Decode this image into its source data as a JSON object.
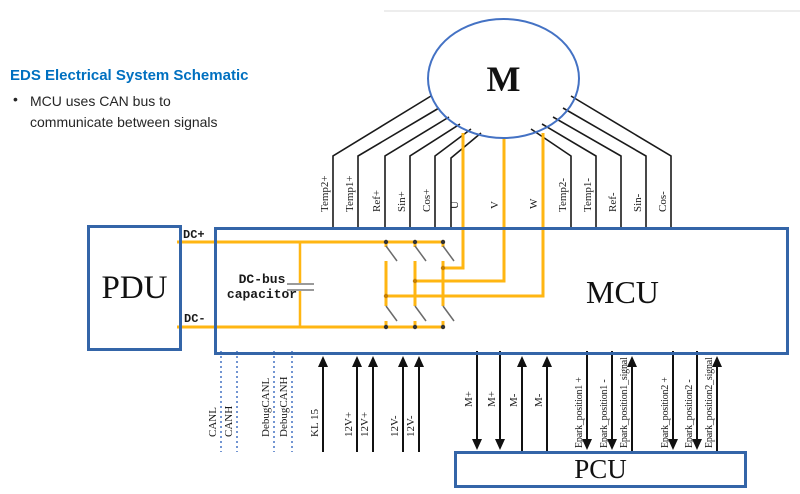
{
  "header": {
    "title": "EDS Electrical System Schematic",
    "bullet_marker": "•",
    "bullet": "MCU uses CAN bus to communicate between signals"
  },
  "blocks": {
    "motor": "M",
    "pdu": "PDU",
    "mcu": "MCU",
    "pcu": "PCU"
  },
  "capacitor": {
    "line1": "DC-bus",
    "line2": "capacitor"
  },
  "dc": {
    "plus": "DC+",
    "minus": "DC-"
  },
  "motor_signals": {
    "left": [
      "Temp2+",
      "Temp1+",
      "Ref+",
      "Sin+",
      "Cos+"
    ],
    "phases": [
      "U",
      "V",
      "W"
    ],
    "right": [
      "Temp2-",
      "Temp1-",
      "Ref-",
      "Sin-",
      "Cos-"
    ]
  },
  "bottom_signals": {
    "can": [
      "CANL",
      "CANH",
      "DebugCANL",
      "DebugCANH"
    ],
    "power": [
      "KL 15",
      "12V+",
      "12V+",
      "12V-",
      "12V-"
    ],
    "motor_ctrl": [
      "M+",
      "M+",
      "M-",
      "M-"
    ],
    "epark": [
      "Epark_position1 +",
      "Epark_position1 -",
      "Epark_position1_signal",
      "Epark_position2 +",
      "Epark_position2 -",
      "Epark_position2_signal"
    ]
  },
  "colors": {
    "box_border_blue": "#3465a8",
    "circle_blue": "#4472c4",
    "wire_orange": "#ffb612",
    "can_dotted_blue": "#4472c4",
    "title_blue": "#0070c0",
    "wire_black": "#1a1a1a"
  }
}
